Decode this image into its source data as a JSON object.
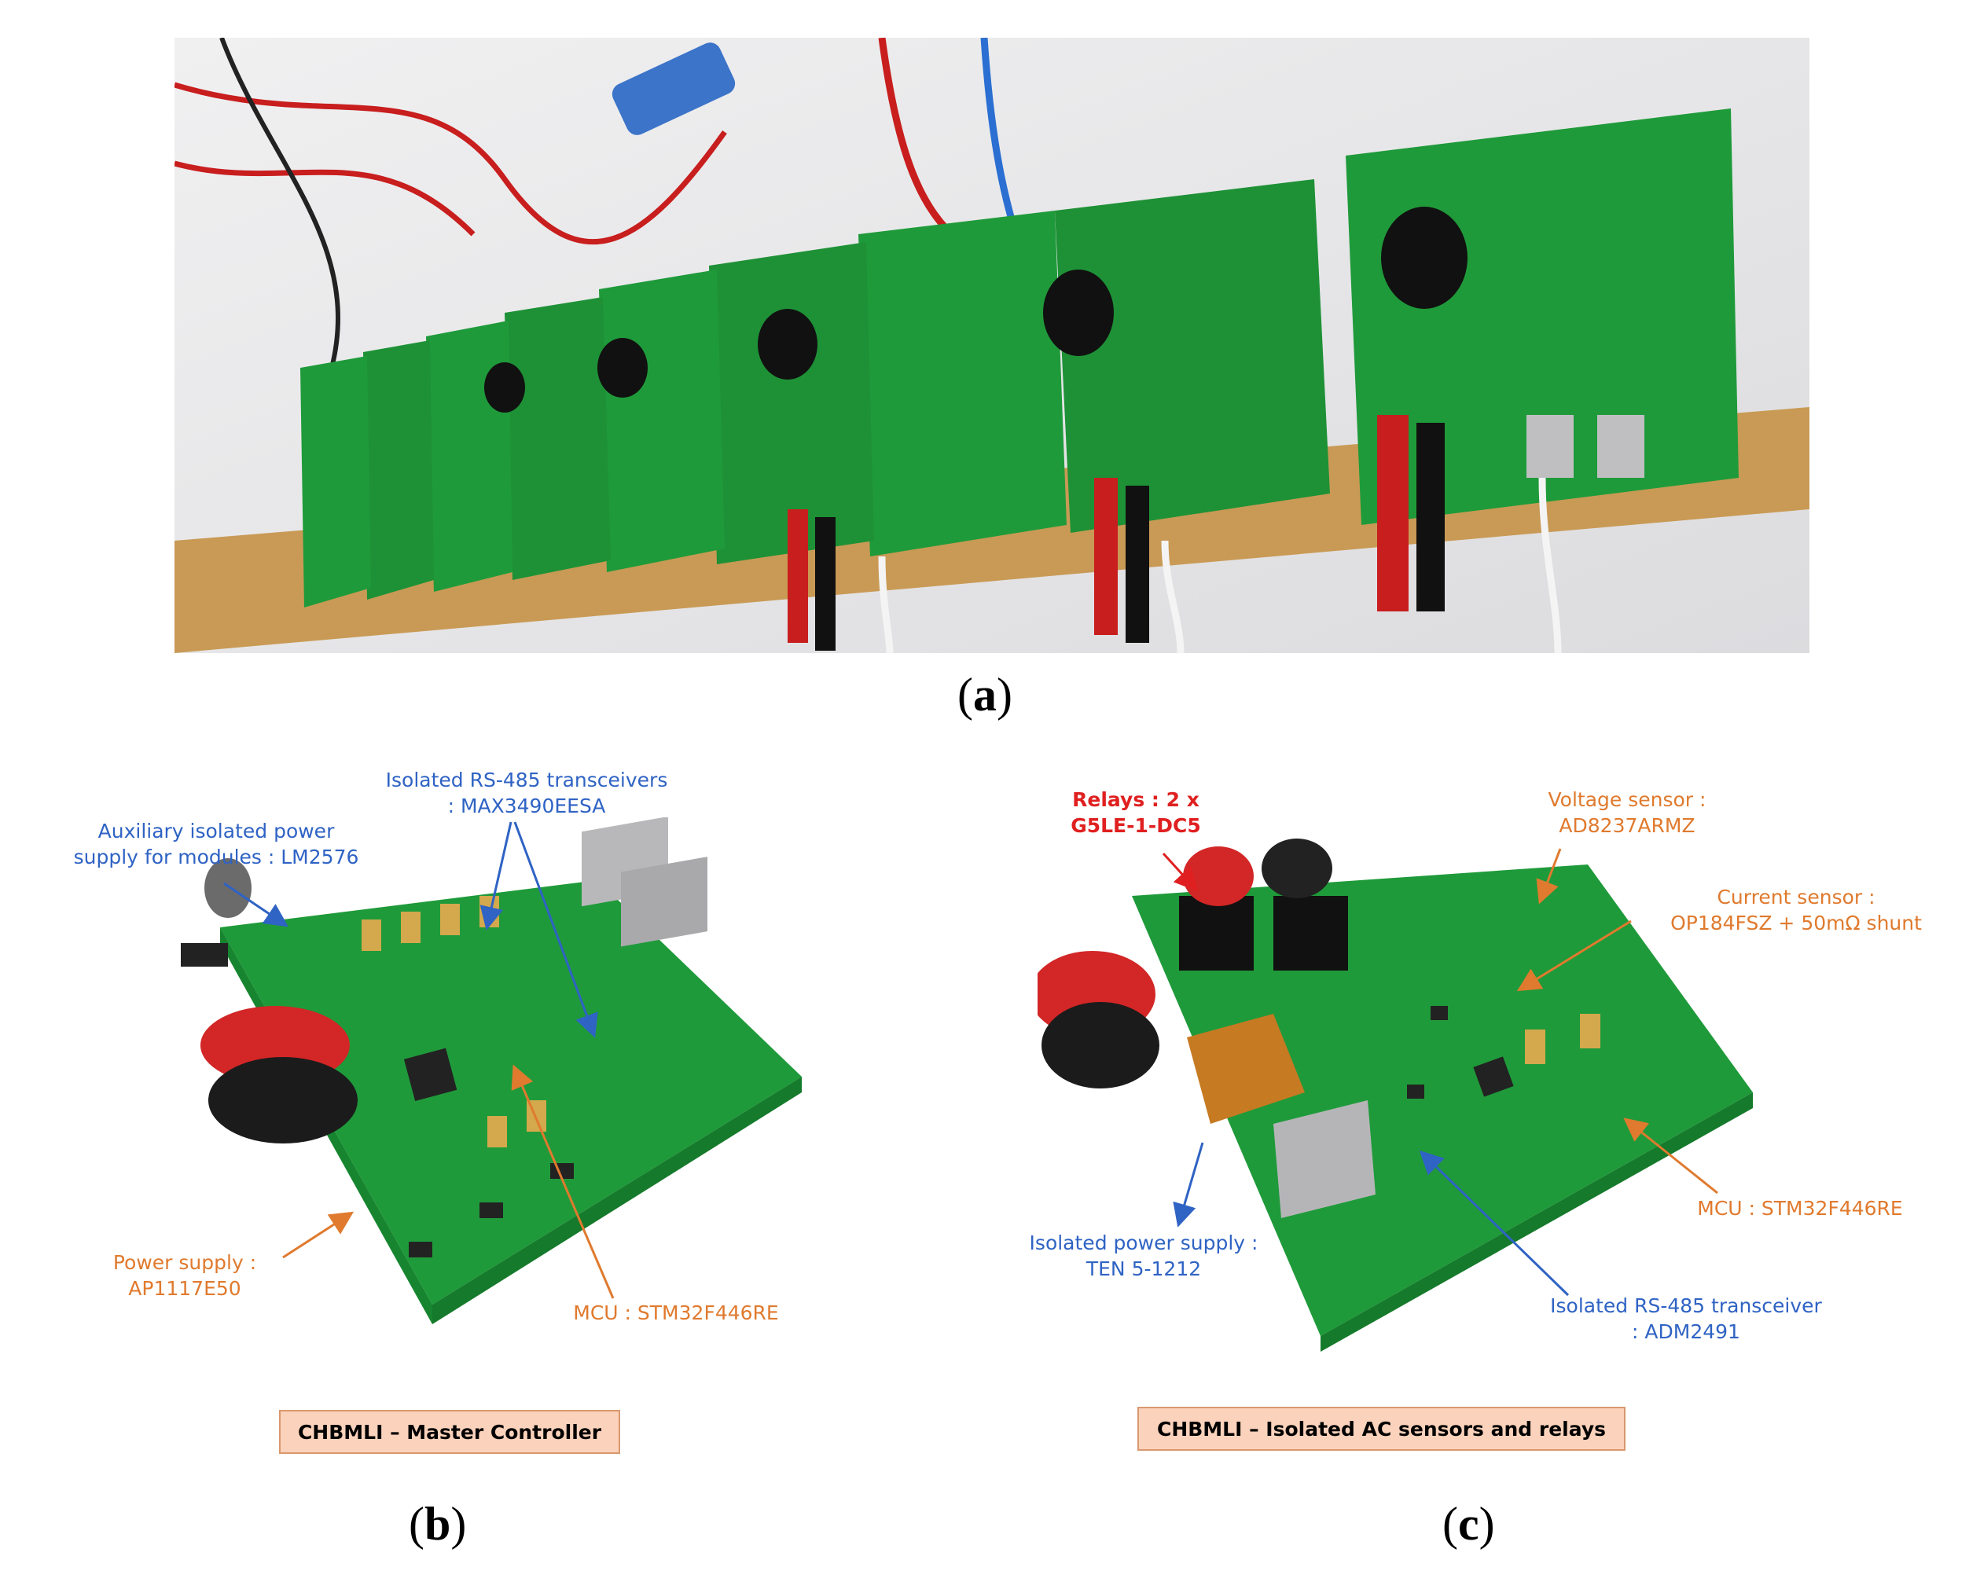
{
  "panels": {
    "a": {
      "label": "a"
    },
    "b": {
      "label": "b",
      "caption": "CHBMLI – Master Controller"
    },
    "c": {
      "label": "c",
      "caption": "CHBMLI – Isolated AC sensors and relays"
    }
  },
  "annotations_b": {
    "rs485_line1": "Isolated RS-485 transceivers",
    "rs485_line2": ": MAX3490EESA",
    "aux_line1": "Auxiliary isolated power",
    "aux_line2": "supply for modules : LM2576",
    "psu_line1": "Power supply :",
    "psu_line2": "AP1117E50",
    "mcu": "MCU : STM32F446RE"
  },
  "annotations_c": {
    "relays_line1": "Relays : 2 x",
    "relays_line2": "G5LE-1-DC5",
    "voltage_line1": "Voltage sensor :",
    "voltage_line2": "AD8237ARMZ",
    "current_line1": "Current sensor :",
    "current_line2": "OP184FSZ + 50mΩ shunt",
    "mcu": "MCU : STM32F446RE",
    "isopsu_line1": "Isolated power supply :",
    "isopsu_line2": "TEN 5-1212",
    "rs485_line1": "Isolated RS-485 transceiver",
    "rs485_line2": ": ADM2491"
  },
  "colors": {
    "annotation_blue": "#2f63c4",
    "annotation_orange": "#e07a2e",
    "annotation_red": "#e02020",
    "caption_fill": "#fbd2bb",
    "pcb_green": "#1f9a3a"
  }
}
